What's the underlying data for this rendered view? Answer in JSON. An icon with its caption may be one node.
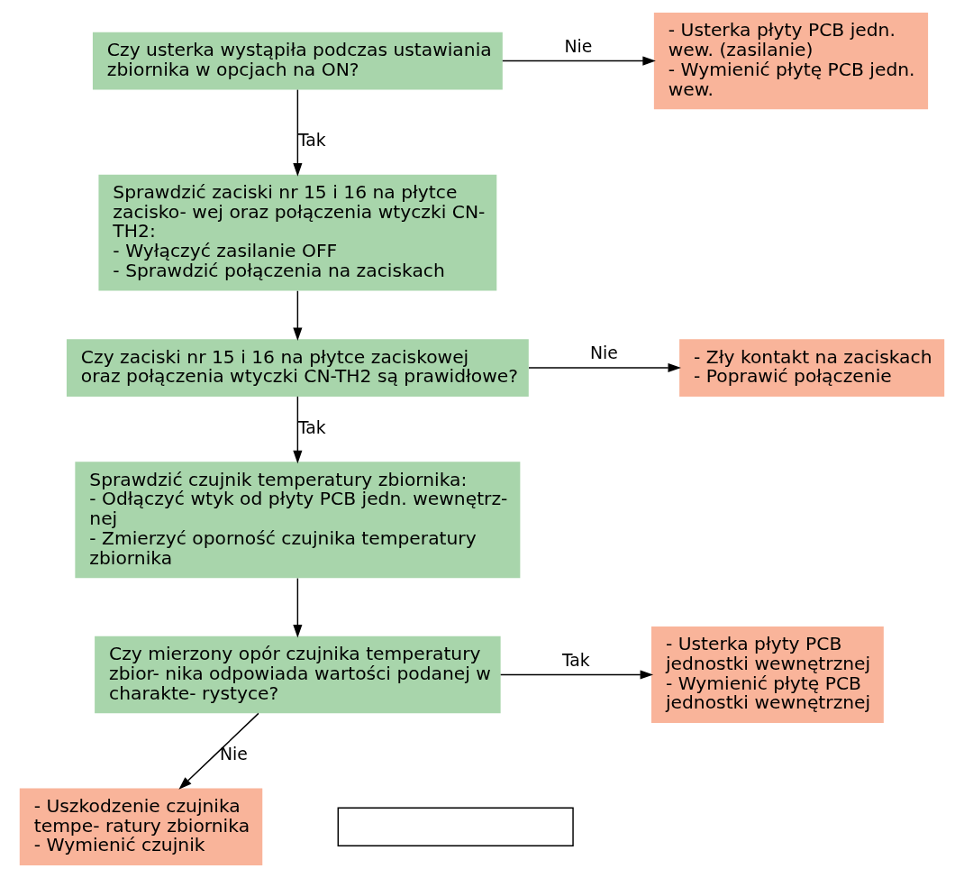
{
  "diagram": {
    "nodes": [
      {
        "text": [
          "Czy usterka wystąpiła podczas ustawiania zbiornika w opcjach na ON?"
        ]
      },
      {
        "text": [
          "- Usterka płyty PCB jedn. wew. (zasilanie)",
          "- Wymienić płytę PCB jedn. wew."
        ]
      },
      {
        "text": [
          "Sprawdzić zaciski nr 15 i 16 na płytce zacisko- wej oraz połączenia wtyczki CN-TH2:",
          "- Wyłączyć zasilanie OFF",
          "- Sprawdzić połączenia na zaciskach"
        ]
      },
      {
        "text": [
          "Czy zaciski nr 15 i 16 na płytce zaciskowej oraz połączenia wtyczki CN-TH2 są prawidłowe?"
        ]
      },
      {
        "text": [
          "- Zły kontakt na zaciskach",
          "- Poprawić połączenie"
        ]
      },
      {
        "text": [
          "Sprawdzić czujnik temperatury zbiornika:",
          "- Odłączyć wtyk od płyty PCB jedn. wewnętrz- nej",
          "- Zmierzyć oporność czujnika temperatury zbiornika"
        ]
      },
      {
        "text": [
          "Czy mierzony opór czujnika temperatury zbior- nika odpowiada wartości podanej w charakte- rystyce?"
        ]
      },
      {
        "text": [
          "- Usterka płyty PCB jednostki wewnętrznej",
          "- Wymienić płytę PCB jednostki wewnętrznej"
        ]
      },
      {
        "text": [
          "- Uszkodzenie czujnika tempe- ratury zbiornika",
          "- Wymienić czujnik"
        ]
      },
      {
        "text": [],
        "shape": "box"
      }
    ],
    "edges": [
      {
        "from": 0,
        "to": 1,
        "arrow": "to",
        "label": "Nie"
      },
      {
        "from": 0,
        "to": 2,
        "arrow": "to",
        "label": "Tak"
      },
      {
        "from": 2,
        "to": 3,
        "arrow": "to"
      },
      {
        "from": 3,
        "to": 4,
        "arrow": "to",
        "label": "Nie"
      },
      {
        "from": 3,
        "to": 5,
        "arrow": "to",
        "label": "Tak"
      },
      {
        "from": 5,
        "to": 6,
        "arrow": "to"
      },
      {
        "from": 6,
        "to": 7,
        "arrow": "to",
        "label": "Tak"
      },
      {
        "from": 6,
        "to": 8,
        "arrow": "to",
        "label": "Nie"
      }
    ]
  }
}
